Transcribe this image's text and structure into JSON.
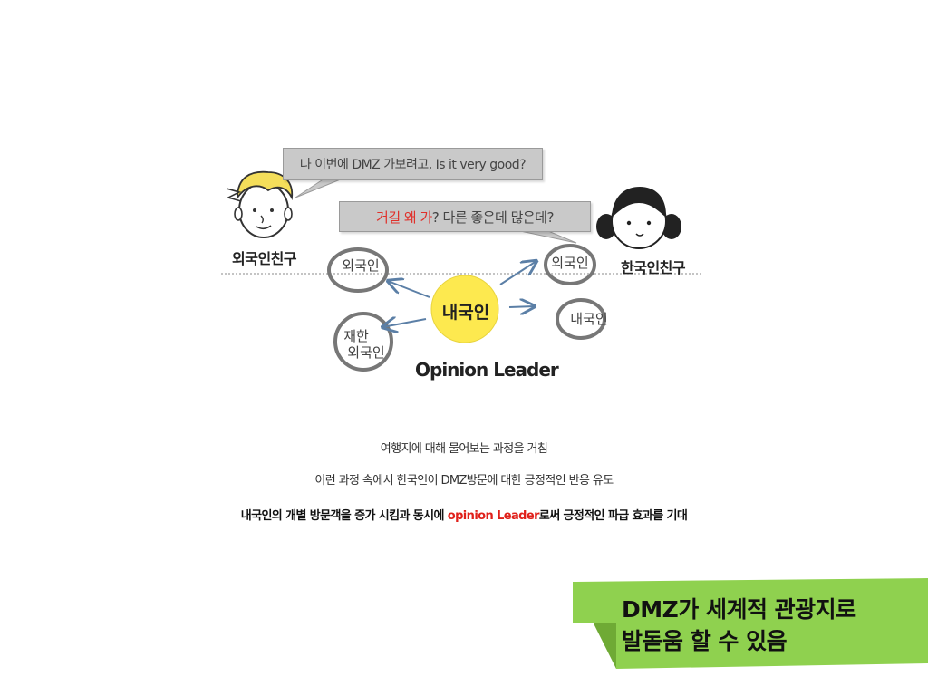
{
  "bubbles": {
    "foreign_question": "나 이번에 DMZ 가보려고, Is it very good?",
    "korean_answer_red": "거길 왜 가",
    "korean_answer_rest": "? 다른 좋은데 많은데?"
  },
  "people": {
    "foreign_friend": "외국인친구",
    "korean_friend": "한국인친구"
  },
  "nodes": {
    "left_top": "외국인",
    "left_bottom_line1": "재한",
    "left_bottom_line2": "외국인",
    "right_top": "외국인",
    "right_bottom": "내국인",
    "center": "내국인",
    "role": "Opinion Leader"
  },
  "description": {
    "line1": "여행지에 대해 물어보는 과정을 거침",
    "line2": "이런 과정 속에서 한국인이 DMZ방문에 대한 긍정적인 반응 유도",
    "line3_before": "내국인의 개별 방문객을 증가 시킴과 동시에 ",
    "line3_highlight": "opinion Leader",
    "line3_after": "로써 긍정적인 파급 효과를 기대"
  },
  "callout": {
    "line1": "DMZ가 세계적 관광지로",
    "line2": "발돋움 할 수 있음"
  },
  "colors": {
    "bubble": "#c9c9c9",
    "center_circle": "#fde94f",
    "node_ring": "#777777",
    "arrow": "#5b7fa6",
    "callout_green": "#8fd14f",
    "highlight_red": "#e0201a"
  }
}
